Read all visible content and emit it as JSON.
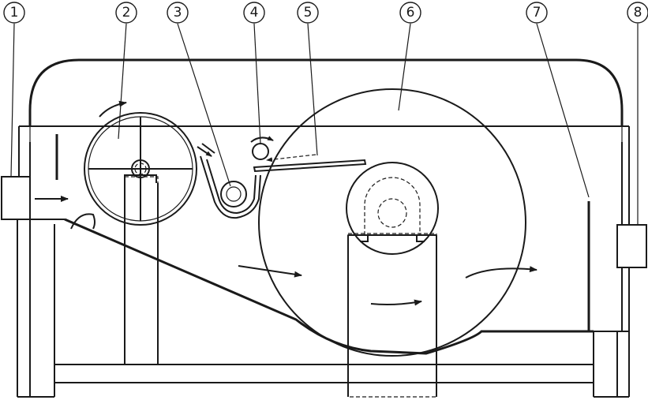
{
  "colors": {
    "line": "#1a1a1a",
    "background": "#ffffff"
  },
  "callouts": [
    {
      "id": "1",
      "label": "1"
    },
    {
      "id": "2",
      "label": "2"
    },
    {
      "id": "3",
      "label": "3"
    },
    {
      "id": "4",
      "label": "4"
    },
    {
      "id": "5",
      "label": "5"
    },
    {
      "id": "6",
      "label": "6"
    },
    {
      "id": "7",
      "label": "7"
    },
    {
      "id": "8",
      "label": "8"
    }
  ]
}
